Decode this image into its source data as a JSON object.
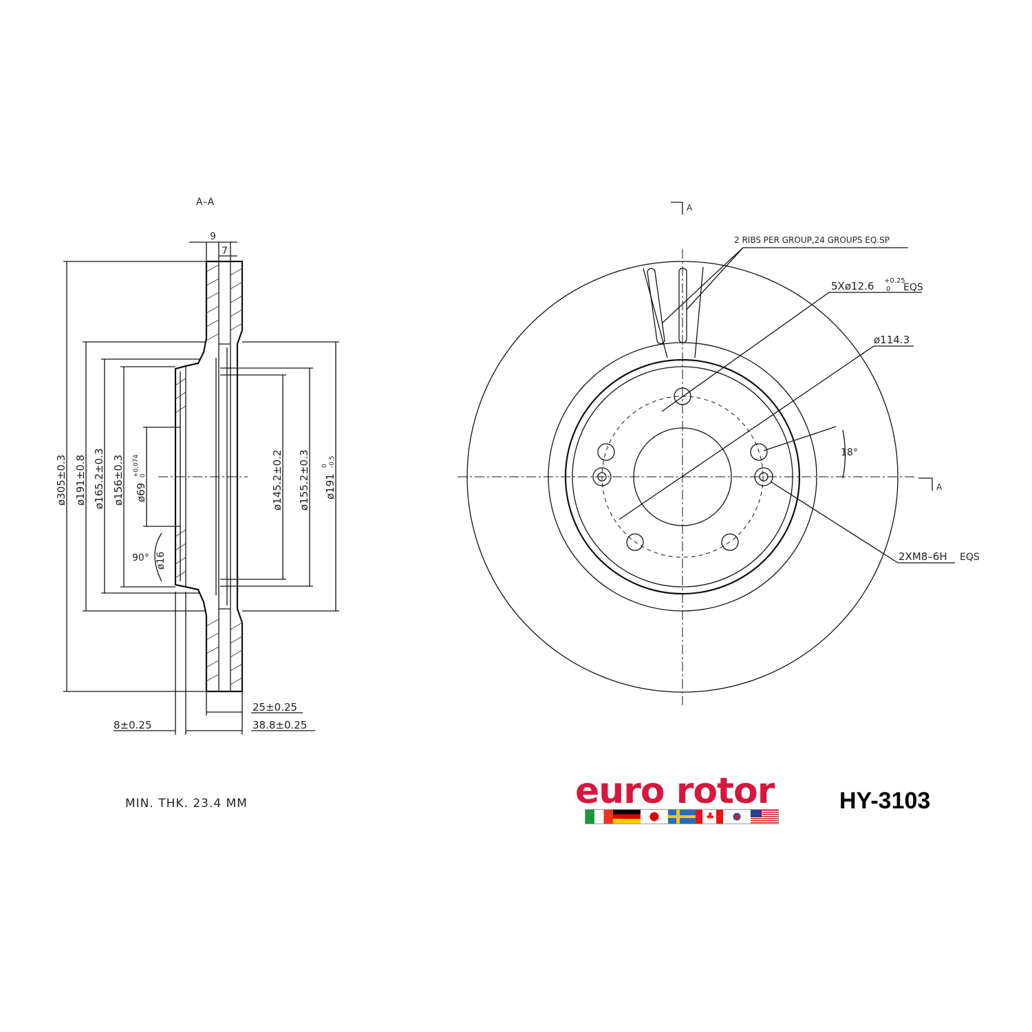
{
  "section_view": {
    "title": "A–A",
    "dims": {
      "top_9": "9",
      "top_7": "7",
      "d305": "ø305±0.3",
      "d191": "ø191±0.8",
      "d165": "ø165.2±0.3",
      "d156": "ø156±0.3",
      "d69": "ø69",
      "d69_tol_upper": "+0.074",
      "d69_tol_lower": "0",
      "angle90": "90°",
      "d16": "ø16",
      "d145": "ø145.2±0.2",
      "d155": "ø155.2±0.3",
      "d191b": "ø191",
      "d191b_tol_upper": "0",
      "d191b_tol_lower": "-0.5",
      "w25": "25±0.25",
      "w38": "38.8±0.25",
      "w8": "8±0.25"
    },
    "min_thickness": "MIN. THK. 23.4 MM"
  },
  "front_view": {
    "section_marker": "A",
    "ribs_note": "2 RIBS PER GROUP,24 GROUPS EQ.SP",
    "bolt_holes": "5Xø12.6",
    "bolt_tol_upper": "+0.25",
    "bolt_tol_lower": "0",
    "bolt_eqs": "EQS",
    "pcd": "ø114.3",
    "angle": "18°",
    "threaded": "2XM8–6H",
    "threaded_eqs": "EQS"
  },
  "brand": {
    "logo_text": "euro rotor",
    "part_number": "HY-3103",
    "flags": [
      "italy",
      "germany",
      "japan",
      "sweden",
      "canada",
      "korea",
      "usa"
    ]
  }
}
